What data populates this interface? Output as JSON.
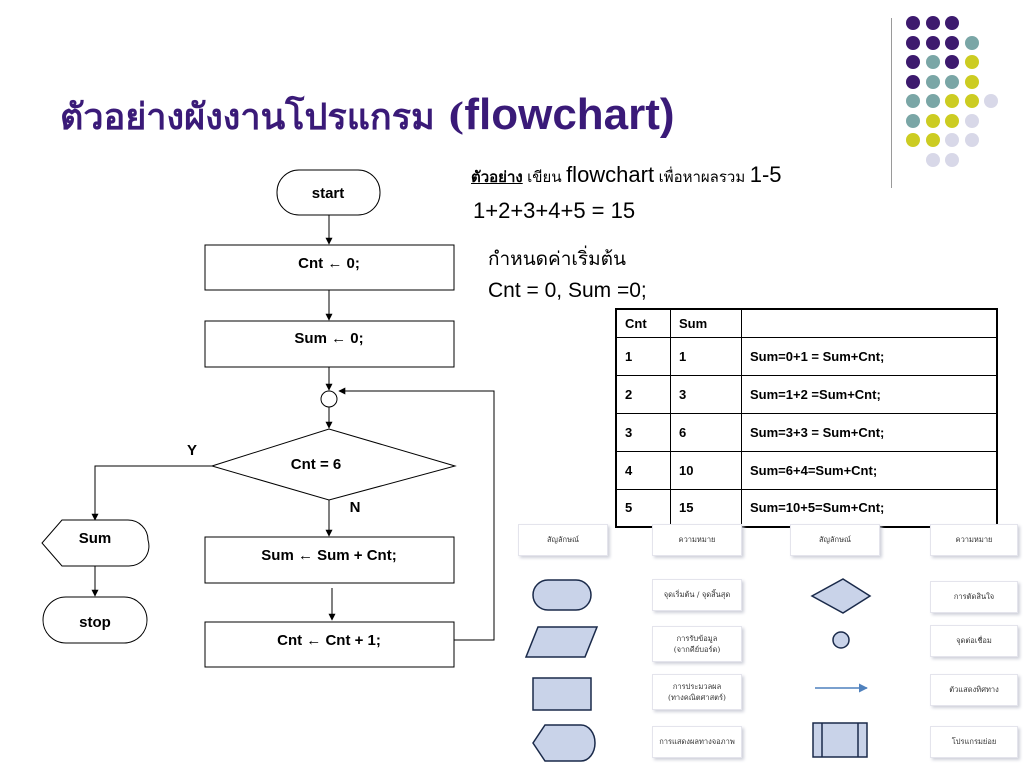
{
  "title": {
    "thai": "ตัวอย่างผังงานโปรแกรม (",
    "english": "flowchart)"
  },
  "example": {
    "label": "ตัวอย่าง",
    "text_thai_1": "เขียน",
    "text_en": "flowchart",
    "text_thai_2": "เพื่อหาผลรวม",
    "range": "1-5",
    "equation": "1+2+3+4+5 = 15",
    "init_label": "กำหนดค่าเริ่มต้น",
    "init_values": "Cnt = 0, Sum =0;"
  },
  "flowchart": {
    "start": "start",
    "cnt_init": "Cnt ← 0;",
    "sum_init": "Sum ← 0;",
    "decision": "Cnt = 6",
    "yes_label": "Y",
    "no_label": "N",
    "sum_update": "Sum ← Sum + Cnt;",
    "cnt_update": "Cnt ← Cnt + 1;",
    "output": "Sum",
    "stop": "stop"
  },
  "table": {
    "headers": [
      "Cnt",
      "Sum",
      ""
    ],
    "rows": [
      [
        "1",
        "1",
        "Sum=0+1 = Sum+Cnt;"
      ],
      [
        "2",
        "3",
        "Sum=1+2 =Sum+Cnt;"
      ],
      [
        "3",
        "6",
        "Sum=3+3 = Sum+Cnt;"
      ],
      [
        "4",
        "10",
        "Sum=6+4=Sum+Cnt;"
      ],
      [
        "5",
        "15",
        "Sum=10+5=Sum+Cnt;"
      ]
    ]
  },
  "legend": {
    "header_symbol": "สัญลักษณ์",
    "header_meaning": "ความหมาย",
    "items": [
      {
        "symbol": "terminator",
        "meaning": "จุดเริ่มต้น / จุดสิ้นสุด"
      },
      {
        "symbol": "decision",
        "meaning": "การตัดสินใจ"
      },
      {
        "symbol": "input",
        "meaning": "การรับข้อมูล\n(จากคีย์บอร์ด)"
      },
      {
        "symbol": "connector",
        "meaning": "จุดต่อเชื่อม"
      },
      {
        "symbol": "process",
        "meaning": "การประมวลผล\n(ทางคณิตศาสตร์)"
      },
      {
        "symbol": "flow-arrow",
        "meaning": "ตัวแสดงทิศทาง"
      },
      {
        "symbol": "display",
        "meaning": "การแสดงผลทางจอภาพ"
      },
      {
        "symbol": "subroutine",
        "meaning": "โปรแกรมย่อย"
      }
    ]
  },
  "colors": {
    "title": "#3a1a78",
    "dot_purple": "#3d1a6e",
    "dot_teal": "#7aa6a6",
    "dot_yellow": "#cccc22",
    "dot_lavender": "#d8d8e8",
    "symbol_fill": "#c9d3e9",
    "flow_arrow": "#4f81bd"
  },
  "decor_dots": [
    [
      "purple",
      "purple",
      "purple",
      null
    ],
    [
      "purple",
      "purple",
      "purple",
      "teal"
    ],
    [
      "purple",
      "teal",
      "purple",
      "yellow"
    ],
    [
      "purple",
      "teal",
      "teal",
      "yellow"
    ],
    [
      "teal",
      "teal",
      "yellow",
      "yellow",
      "lavender"
    ],
    [
      "teal",
      "yellow",
      "yellow",
      "lavender"
    ],
    [
      "yellow",
      "yellow",
      "lavender",
      "lavender"
    ],
    [
      null,
      "lavender",
      "lavender",
      null
    ]
  ]
}
